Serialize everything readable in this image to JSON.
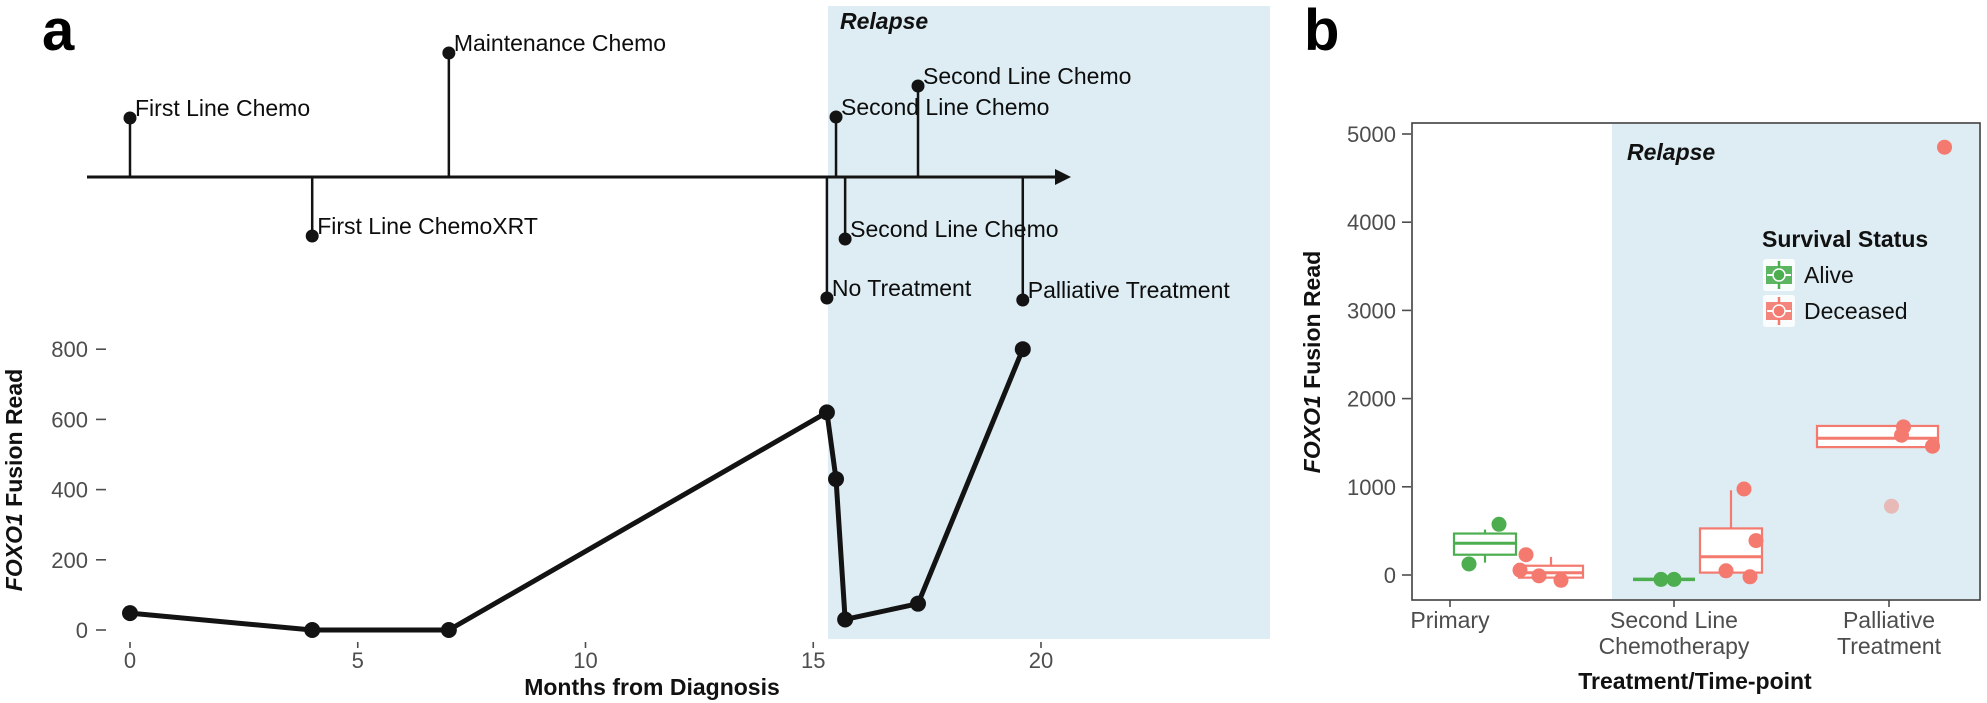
{
  "figure": {
    "panel_a_label": "a",
    "panel_b_label": "b"
  },
  "colors": {
    "alive": "#4cae4f",
    "deceased": "#f4796f",
    "relapse_band": "#ddedf3",
    "line": "#131313",
    "tick_text": "#4d4d4d"
  },
  "chart_data": [
    {
      "id": "a",
      "type": "line",
      "annotation": "Relapse",
      "xlabel": "Months from Diagnosis",
      "ylabel_italic": "FOXO1",
      "ylabel_regular": " Fusion Read",
      "x_ticks": [
        "0",
        "5",
        "10",
        "15",
        "20"
      ],
      "x_tick_values": [
        0,
        5,
        10,
        15,
        20
      ],
      "y_ticks": [
        "0",
        "200",
        "400",
        "600",
        "800"
      ],
      "y_tick_values": [
        0,
        200,
        400,
        600,
        800
      ],
      "xlim": [
        -1,
        25
      ],
      "ylim": [
        -40,
        900
      ],
      "relapse_start_month": 15.3,
      "points": [
        {
          "month": 0,
          "value": 48
        },
        {
          "month": 4,
          "value": 0
        },
        {
          "month": 7,
          "value": 0
        },
        {
          "month": 15.3,
          "value": 620
        },
        {
          "month": 15.5,
          "value": 430
        },
        {
          "month": 15.7,
          "value": 30
        },
        {
          "month": 17.3,
          "value": 75
        },
        {
          "month": 19.6,
          "value": 800
        }
      ],
      "timeline_events": [
        {
          "label": "First Line Chemo",
          "month": 0,
          "side": "above"
        },
        {
          "label": "First Line ChemoXRT",
          "month": 4,
          "side": "below"
        },
        {
          "label": "Maintenance Chemo",
          "month": 7,
          "side": "above"
        },
        {
          "label": "Second Line Chemo",
          "month": 15.5,
          "side": "above"
        },
        {
          "label": "Second Line Chemo",
          "month": 17.3,
          "side": "above"
        },
        {
          "label": "Second Line Chemo",
          "month": 15.7,
          "side": "below"
        },
        {
          "label": "No Treatment",
          "month": 15.3,
          "side": "below"
        },
        {
          "label": "Palliative Treatment",
          "month": 19.6,
          "side": "below"
        }
      ]
    },
    {
      "id": "b",
      "type": "boxplot",
      "annotation": "Relapse",
      "xlabel": "Treatment/Time-point",
      "ylabel_italic": "FOXO1",
      "ylabel_regular": " Fusion Read",
      "y_ticks": [
        "0",
        "1000",
        "2000",
        "3000",
        "4000",
        "5000"
      ],
      "y_tick_values": [
        0,
        1000,
        2000,
        3000,
        4000,
        5000
      ],
      "ylim": [
        -300,
        5300
      ],
      "categories": [
        {
          "lines": [
            "Primary"
          ]
        },
        {
          "lines": [
            "Second Line",
            "Chemotherapy"
          ]
        },
        {
          "lines": [
            "Palliative",
            "Treatment"
          ]
        }
      ],
      "legend": {
        "title": "Survival Status",
        "items": [
          {
            "label": "Alive",
            "color": "#4cae4f"
          },
          {
            "label": "Deceased",
            "color": "#f4796f"
          }
        ]
      },
      "groups": [
        {
          "category": "Primary",
          "status": "Alive",
          "stats": {
            "low": 140,
            "q1": 230,
            "median": 360,
            "q3": 470,
            "high": 515
          },
          "points": [
            575,
            125
          ]
        },
        {
          "category": "Primary",
          "status": "Deceased",
          "stats": {
            "low": -30,
            "q1": -30,
            "median": 25,
            "q3": 105,
            "high": 205
          },
          "points": [
            230,
            55,
            -10,
            -60
          ]
        },
        {
          "category": "Second Line Chemotherapy",
          "status": "Alive",
          "stats": {
            "low": -50,
            "q1": -50,
            "median": -50,
            "q3": -50,
            "high": -50
          },
          "points": [
            -50,
            -50
          ]
        },
        {
          "category": "Second Line Chemotherapy",
          "status": "Deceased",
          "stats": {
            "low": 27,
            "q1": 27,
            "median": 207,
            "q3": 528,
            "high": 960
          },
          "points": [
            975,
            390,
            48,
            -20
          ]
        },
        {
          "category": "Palliative Treatment",
          "status": "Deceased",
          "stats": {
            "low": 1450,
            "q1": 1450,
            "median": 1550,
            "q3": 1690,
            "high": 1690
          },
          "points": [
            1680,
            1585,
            1460,
            780,
            4850
          ]
        }
      ]
    }
  ]
}
